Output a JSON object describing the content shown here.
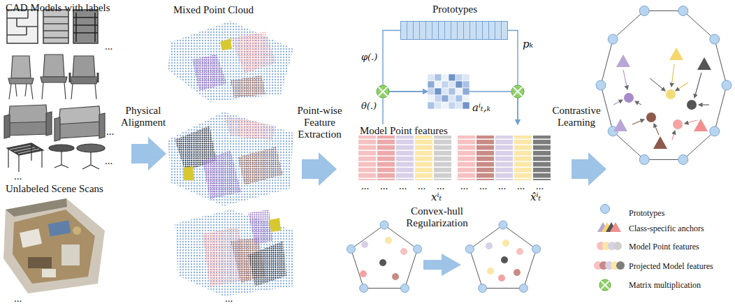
{
  "diagram": {
    "nodes": [
      {
        "text": [
          "Prototypes"
        ]
      },
      {
        "text": [
          "Model Point features",
          "xⁱₜ"
        ]
      },
      {
        "text": [
          "aⁱₜ,ₖ"
        ]
      },
      {
        "text": [
          "x̂ⁱₜ"
        ]
      }
    ],
    "edges": [
      {
        "from": 0,
        "to": 2,
        "arrow": "to",
        "label": "φ(.)"
      },
      {
        "from": 1,
        "to": 2,
        "arrow": "to",
        "label": "θ(.)"
      },
      {
        "from": 2,
        "to": 3,
        "arrow": "to"
      },
      {
        "from": 0,
        "to": 3,
        "arrow": "to"
      }
    ],
    "labels": [
      "CAD Models with labels",
      "...",
      "...",
      "...",
      "...",
      "Unlabeled Scene Scans",
      "...",
      "Physical Alignment",
      "Mixed Point Cloud",
      "...",
      "Point-wise Feature Extraction",
      "pₖ",
      "...",
      "...",
      "...",
      "...",
      "...",
      "...",
      "...",
      "...",
      "...",
      "...",
      "Convex-hull Regularization",
      "Contrastive Learning"
    ],
    "legend": [
      {
        "text": "Prototypes",
        "color": "#b8d4ee"
      },
      {
        "text": "Class-specific anchors"
      },
      {
        "text": "Model Point features"
      },
      {
        "text": "Projected Model features"
      },
      {
        "text": "Matrix multiplication"
      }
    ]
  }
}
